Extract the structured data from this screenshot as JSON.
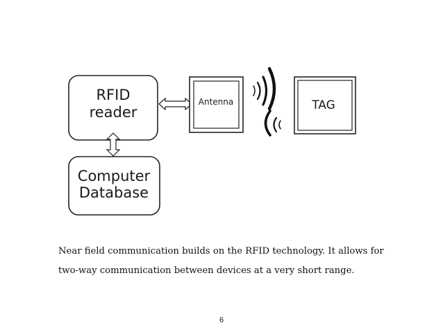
{
  "diagram": {
    "rfid_reader": {
      "line1": "RFID",
      "line2": "reader"
    },
    "computer_database": {
      "line1": "Computer",
      "line2": "Database"
    },
    "antenna": {
      "label": "Antenna"
    },
    "tag": {
      "label": "TAG"
    }
  },
  "body_text": {
    "line1": "Near field communication builds  on the RFID technology. It allows for",
    "line2": "two-way communication between devices at a very short range."
  },
  "page_number": "6"
}
